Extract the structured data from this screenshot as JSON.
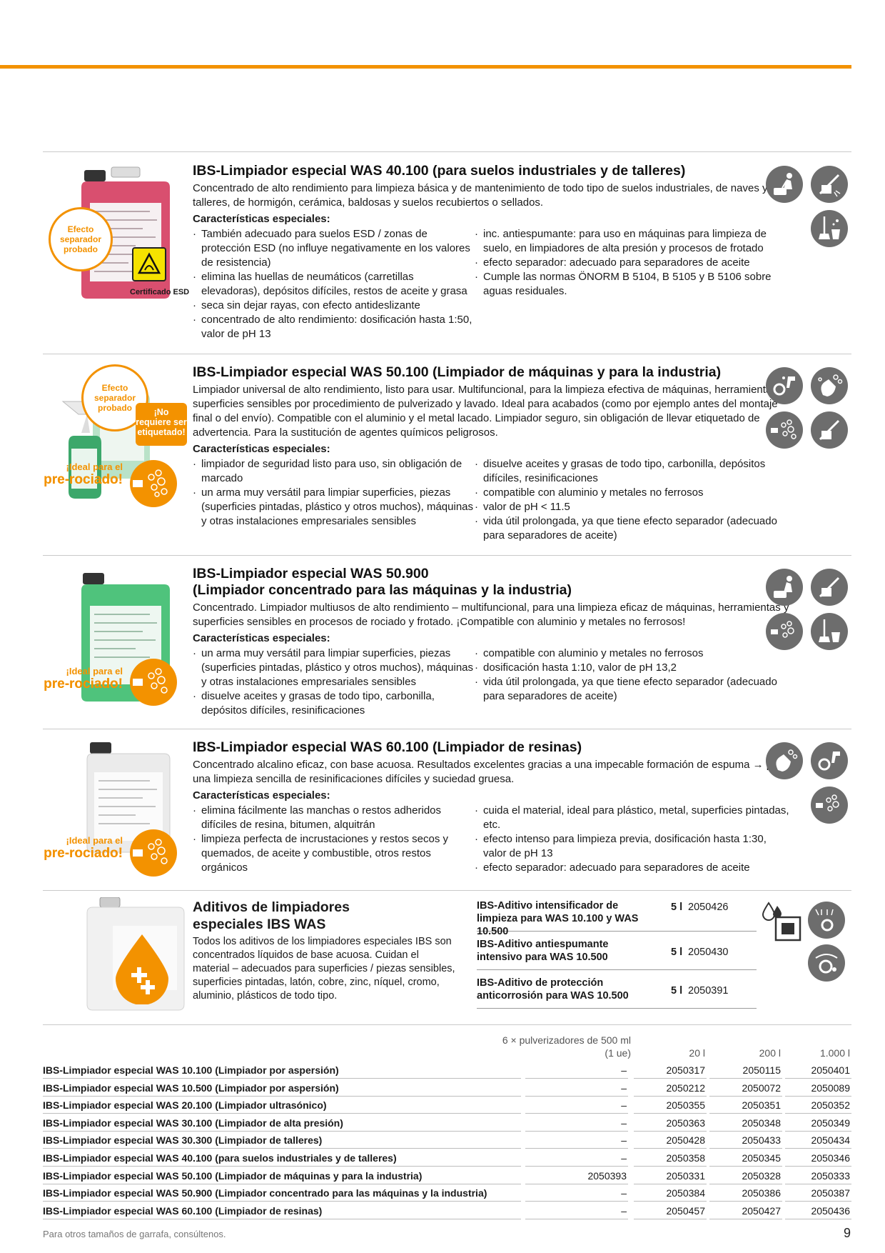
{
  "products": [
    {
      "title": "IBS-Limpiador especial WAS 40.100 (para suelos industriales y de talleres)",
      "desc": "Concentrado de alto rendimiento para limpieza básica y de mantenimiento de todo tipo de suelos industriales, de naves y talleres, de hormigón, cerámica, baldosas y suelos recubiertos o sellados.",
      "char_label": "Características especiales:",
      "left": [
        "También adecuado para suelos ESD / zonas de protección ESD (no influye negativamente en los valores de resistencia)",
        "elimina las huellas de neumáticos (carretillas elevadoras), depósitos difíciles, restos de aceite y grasa",
        "seca sin dejar rayas, con efecto antideslizante",
        "concentrado de alto rendimiento: dosificación hasta 1:50, valor de pH 13"
      ],
      "right": [
        "inc. antiespumante: para uso en máquinas para limpieza de suelo, en limpiadores de alta presión y procesos de frotado",
        "efecto separador: adecuado para separadores de aceite",
        "Cumple las normas ÖNORM B 5104, B 5105 y B 5106 sobre aguas residuales."
      ],
      "badge": "Efecto separador probado",
      "esd": "Certificado ESD",
      "icons": [
        "floor-machine-icon",
        "high-pressure-icon",
        "mop-bucket-icon"
      ]
    },
    {
      "title": "IBS-Limpiador especial WAS 50.100 (Limpiador de máquinas y para la industria)",
      "desc": "Limpiador universal de alto rendimiento, listo para usar. Multifuncional, para la limpieza efectiva de máquinas, herramientas y superficies sensibles por procedimiento de pulverizado y lavado. Ideal para acabados (como por ejemplo antes del montaje final o del envío). Compatible con el aluminio y el metal lacado. Limpiador seguro, sin obligación de llevar etiquetado de advertencia. Para la sustitución de agentes químicos peligrosos.",
      "char_label": "Características especiales:",
      "left": [
        "limpiador de seguridad listo para uso, sin obligación de marcado",
        "un arma muy versátil para limpiar superficies, piezas (superficies pintadas, plástico y otros muchos), máquinas y otras instalaciones empresariales sensibles"
      ],
      "right": [
        "disuelve aceites y grasas de todo tipo, carbonilla, depósitos difíciles, resinificaciones",
        "compatible con aluminio y metales no ferrosos",
        "valor de pH < 11.5",
        "vida útil prolongada, ya que tiene efecto separador (adecuado para separadores de aceite)"
      ],
      "badge": "Efecto separador probado",
      "nolabel": "¡No requiere ser etiquetado!",
      "spray_a": "¡Ideal para el",
      "spray_b": "pre-rociado!",
      "icons": [
        "spray-gear-icon",
        "glove-bubbles-icon",
        "spray-nozzle-icon",
        "high-pressure-icon"
      ]
    },
    {
      "title1": "IBS-Limpiador especial WAS 50.900",
      "title2": "(Limpiador concentrado para las máquinas y la industria)",
      "desc": "Concentrado. Limpiador multiusos de alto rendimiento – multifuncional, para una limpieza eficaz de máquinas, herramientas y superficies sensibles en procesos de rociado y frotado. ¡Compatible con aluminio y metales no ferrosos!",
      "char_label": "Características especiales:",
      "left": [
        "un arma muy versátil para limpiar superficies, piezas (superficies pintadas, plástico y otros muchos), máquinas y otras instalaciones empresariales sensibles",
        "disuelve aceites y grasas de todo tipo, carbonilla, depósitos difíciles, resinificaciones"
      ],
      "right": [
        "compatible con aluminio y metales no ferrosos",
        "dosificación hasta 1:10, valor de pH 13,2",
        "vida útil prolongada, ya que tiene efecto separador (adecuado para separadores de aceite)"
      ],
      "spray_a": "¡Ideal para el",
      "spray_b": "pre-rociado!",
      "icons": [
        "floor-machine-icon",
        "high-pressure-icon",
        "spray-nozzle-icon",
        "mop-bucket-icon"
      ]
    },
    {
      "title": "IBS-Limpiador especial WAS 60.100 (Limpiador de resinas)",
      "desc": "Concentrado alcalino eficaz, con base acuosa. Resultados excelentes gracias a una impecable formación de espuma → para una limpieza sencilla de resinificaciones difíciles y suciedad gruesa.",
      "char_label": "Características especiales:",
      "left": [
        "elimina fácilmente las manchas o restos adheridos difíciles de resina, bitumen, alquitrán",
        "limpieza perfecta de incrustaciones y restos secos y quemados, de aceite y combustible, otros restos orgánicos"
      ],
      "right": [
        "cuida el material, ideal para plástico, metal, superficies pintadas, etc.",
        "efecto intenso para limpieza previa, dosificación hasta 1:30, valor de pH 13",
        "efecto separador: adecuado para separadores de aceite"
      ],
      "spray_a": "¡Ideal para el",
      "spray_b": "pre-rociado!",
      "icons": [
        "glove-bubbles-icon",
        "spray-gear-icon",
        "spray-nozzle-icon"
      ]
    }
  ],
  "additives": {
    "title1": "Aditivos de limpiadores",
    "title2": "especiales IBS WAS",
    "desc": "Todos los aditivos de los limpiadores especiales IBS son concentrados líquidos de base acuosa. Cuidan el material – adecuados para superficies / piezas sensibles, superficies pintadas, latón, cobre, zinc, níquel, cromo, aluminio, plásticos de todo tipo.",
    "rows": [
      {
        "name": "IBS-Aditivo intensificador de limpieza para WAS 10.100 y WAS 10.500",
        "vol": "5 l",
        "code": "2050426"
      },
      {
        "name": "IBS-Aditivo antiespumante intensivo para WAS 10.500",
        "vol": "5 l",
        "code": "2050430"
      },
      {
        "name": "IBS-Aditivo de protección anticorrosión para WAS 10.500",
        "vol": "5 l",
        "code": "2050391"
      }
    ]
  },
  "table": {
    "headers": [
      "6 × pulverizadores de 500 ml (1 ue)",
      "20 l",
      "200 l",
      "1.000 l"
    ],
    "rows": [
      {
        "name": "IBS-Limpiador especial WAS 10.100 (Limpiador por aspersión)",
        "c1": "–",
        "c2": "2050317",
        "c3": "2050115",
        "c4": "2050401"
      },
      {
        "name": "IBS-Limpiador especial WAS 10.500 (Limpiador por aspersión)",
        "c1": "–",
        "c2": "2050212",
        "c3": "2050072",
        "c4": "2050089"
      },
      {
        "name": "IBS-Limpiador especial WAS 20.100 (Limpiador ultrasónico)",
        "c1": "–",
        "c2": "2050355",
        "c3": "2050351",
        "c4": "2050352"
      },
      {
        "name": "IBS-Limpiador especial WAS 30.100 (Limpiador de alta presión)",
        "c1": "–",
        "c2": "2050363",
        "c3": "2050348",
        "c4": "2050349"
      },
      {
        "name": "IBS-Limpiador especial WAS 30.300 (Limpiador de talleres)",
        "c1": "–",
        "c2": "2050428",
        "c3": "2050433",
        "c4": "2050434"
      },
      {
        "name": "IBS-Limpiador especial WAS 40.100 (para suelos industriales y de talleres)",
        "c1": "–",
        "c2": "2050358",
        "c3": "2050345",
        "c4": "2050346"
      },
      {
        "name": "IBS-Limpiador especial WAS 50.100 (Limpiador de máquinas y para la industria)",
        "c1": "2050393",
        "c2": "2050331",
        "c3": "2050328",
        "c4": "2050333"
      },
      {
        "name": "IBS-Limpiador especial WAS 50.900 (Limpiador concentrado para las máquinas y la industria)",
        "c1": "–",
        "c2": "2050384",
        "c3": "2050386",
        "c4": "2050387"
      },
      {
        "name": "IBS-Limpiador especial WAS 60.100 (Limpiador de resinas)",
        "c1": "–",
        "c2": "2050457",
        "c3": "2050427",
        "c4": "2050436"
      }
    ]
  },
  "footer": "Para otros tamaños de garrafa, consúltenos.",
  "page_number": "9",
  "colors": {
    "accent": "#f39200",
    "icon_bg": "#6d6d6d"
  }
}
